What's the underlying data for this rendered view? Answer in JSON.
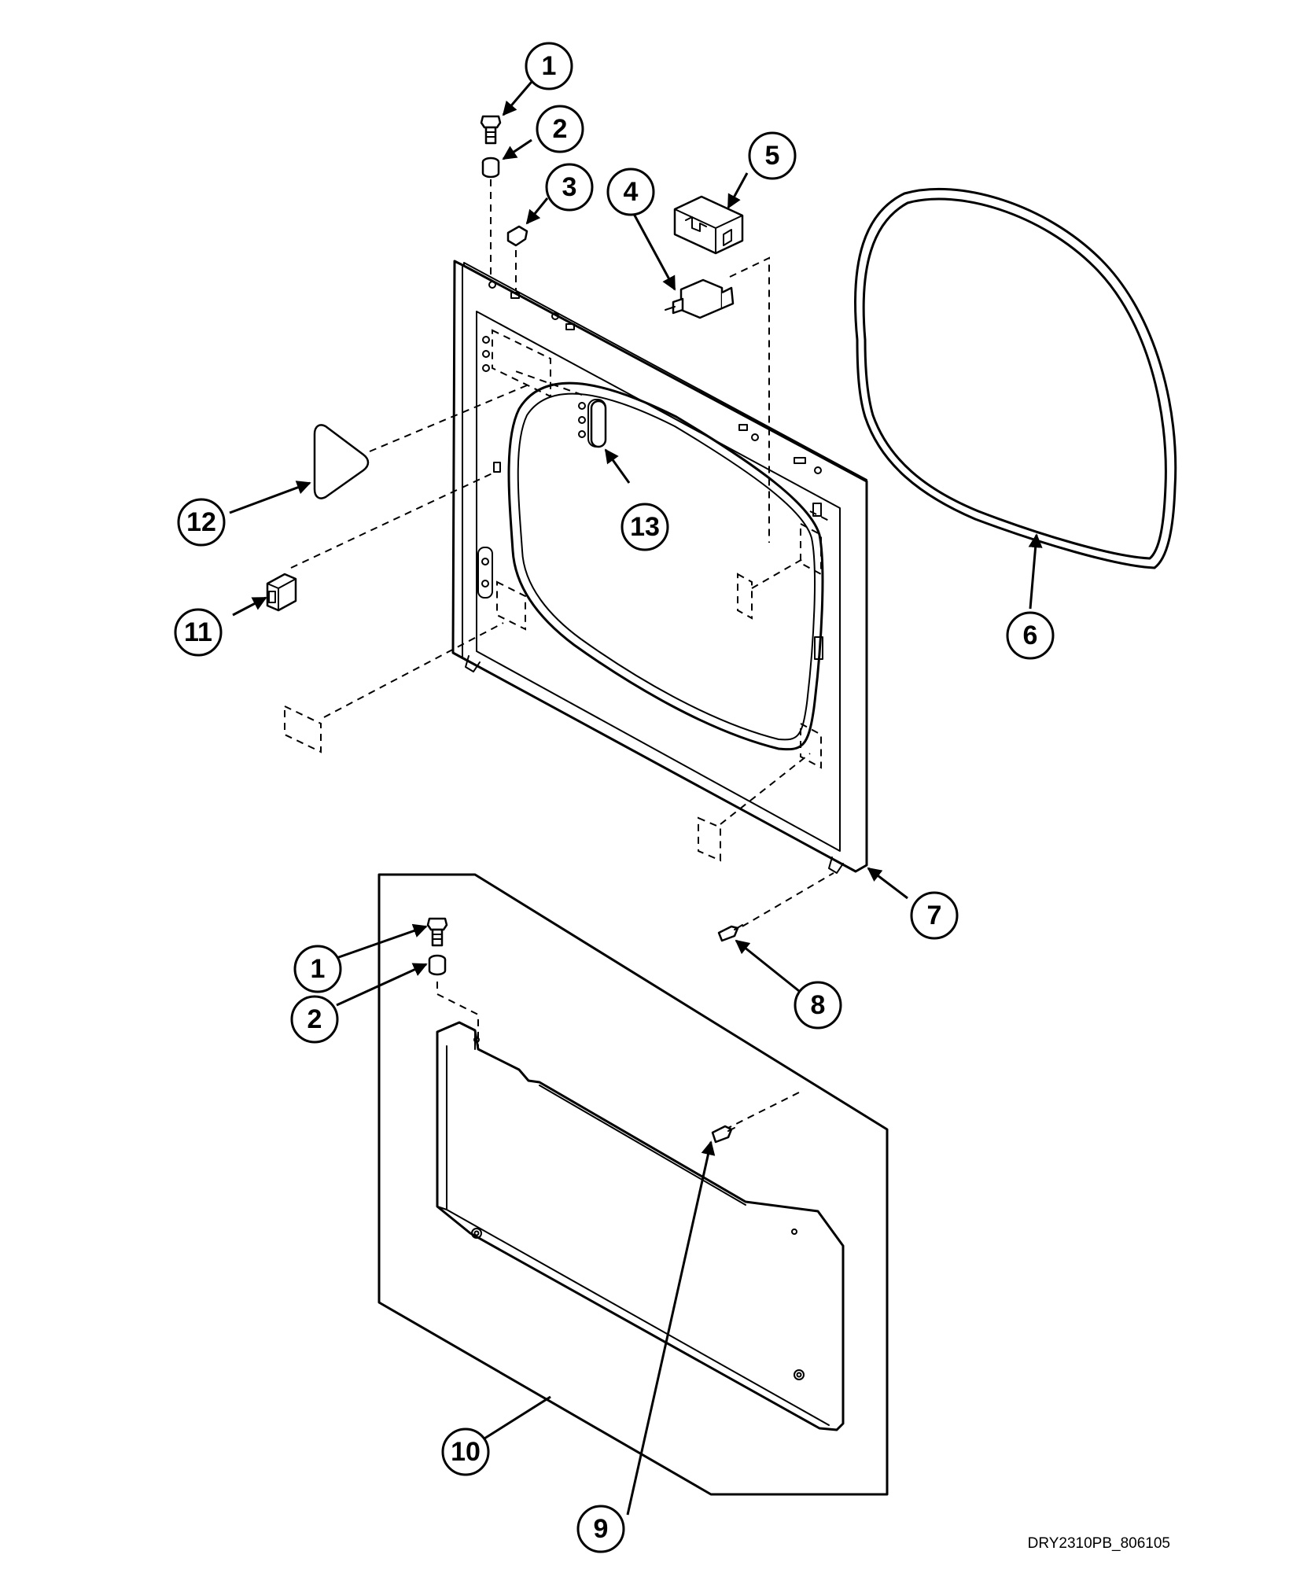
{
  "diagram_code": "DRY2310PB_806105",
  "callouts": [
    {
      "id": "c1a",
      "label": "1"
    },
    {
      "id": "c2a",
      "label": "2"
    },
    {
      "id": "c3",
      "label": "3"
    },
    {
      "id": "c4",
      "label": "4"
    },
    {
      "id": "c5",
      "label": "5"
    },
    {
      "id": "c6",
      "label": "6"
    },
    {
      "id": "c7",
      "label": "7"
    },
    {
      "id": "c8",
      "label": "8"
    },
    {
      "id": "c9",
      "label": "9"
    },
    {
      "id": "c10",
      "label": "10"
    },
    {
      "id": "c11",
      "label": "11"
    },
    {
      "id": "c12",
      "label": "12"
    },
    {
      "id": "c13",
      "label": "13"
    },
    {
      "id": "c1b",
      "label": "1"
    },
    {
      "id": "c2b",
      "label": "2"
    }
  ]
}
